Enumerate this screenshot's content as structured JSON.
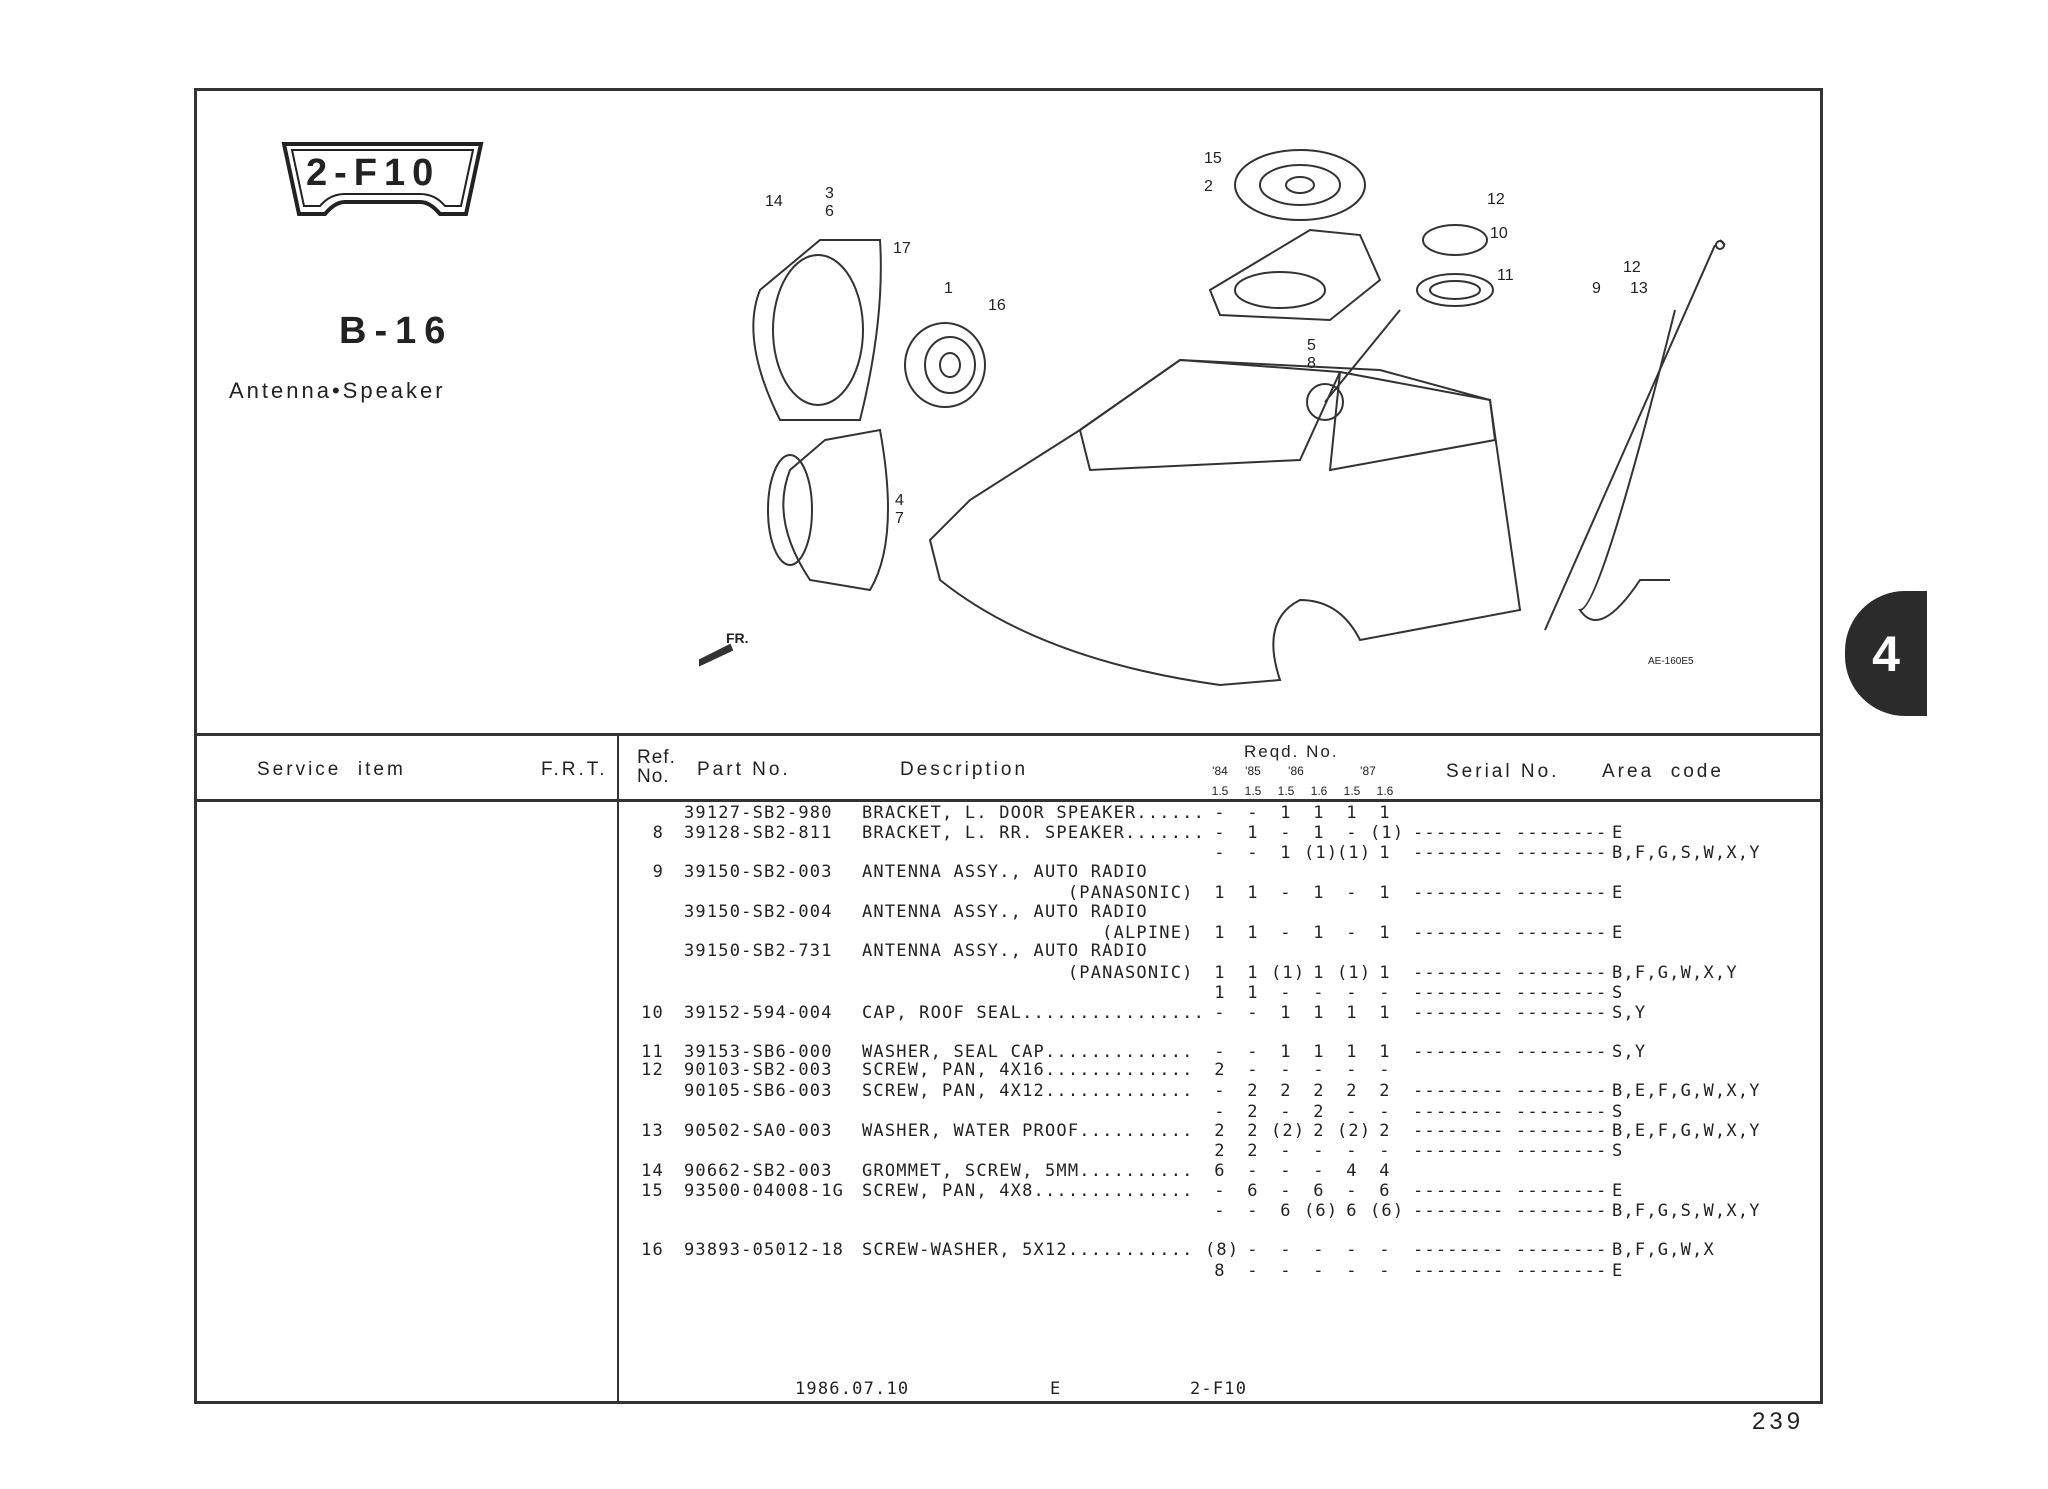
{
  "section_code": "2-F10",
  "group_code": "B-16",
  "group_title": "Antenna•Speaker",
  "chapter_tab": "4",
  "diagram": {
    "callouts": [
      "1",
      "2",
      "3",
      "4",
      "5",
      "6",
      "7",
      "8",
      "9",
      "10",
      "11",
      "12",
      "12",
      "13",
      "14",
      "15",
      "16",
      "17"
    ],
    "direction_label": "FR.",
    "figure_code": "AE-160E5"
  },
  "table_header": {
    "service_item": "Service  item",
    "frt": "F.R.T.",
    "ref_no": "Ref.\nNo.",
    "part_no": "Part No.",
    "description": "Description",
    "reqd_no": "Reqd. No.",
    "years": [
      "'84",
      "'85",
      "'86",
      "",
      "'87",
      ""
    ],
    "engines": [
      "1.5",
      "1.5",
      "1.5",
      "1.6",
      "1.5",
      "1.6"
    ],
    "serial_no": "Serial No.",
    "area_code": "Area  code"
  },
  "rows": [
    {
      "ref": "",
      "part": "39127-SB2-980",
      "desc": "BRACKET, L. DOOR SPEAKER......",
      "qty": [
        "-",
        "-",
        "1",
        "1",
        "1",
        "1"
      ],
      "serial": "",
      "area": ""
    },
    {
      "ref": "8",
      "part": "39128-SB2-811",
      "desc": "BRACKET, L. RR. SPEAKER.......",
      "qty": [
        "-",
        "1",
        "-",
        "1",
        "-",
        "(1)"
      ],
      "serial": "-------- --------",
      "area": "E"
    },
    {
      "ref": "",
      "part": "",
      "desc": "",
      "qty": [
        "-",
        "-",
        "1",
        "(1)",
        "(1)",
        "1"
      ],
      "serial": "-------- --------",
      "area": "B,F,G,S,W,X,Y"
    },
    {
      "ref": "9",
      "part": "39150-SB2-003",
      "desc": "ANTENNA ASSY., AUTO RADIO",
      "qty": [
        "",
        "",
        "",
        "",
        "",
        ""
      ],
      "serial": "",
      "area": ""
    },
    {
      "ref": "",
      "part": "",
      "desc": "                  (PANASONIC)",
      "qty": [
        "1",
        "1",
        "-",
        "1",
        "-",
        "1"
      ],
      "serial": "-------- --------",
      "area": "E"
    },
    {
      "ref": "",
      "part": "39150-SB2-004",
      "desc": "ANTENNA ASSY., AUTO RADIO",
      "qty": [
        "",
        "",
        "",
        "",
        "",
        ""
      ],
      "serial": "",
      "area": ""
    },
    {
      "ref": "",
      "part": "",
      "desc": "                     (ALPINE)",
      "qty": [
        "1",
        "1",
        "-",
        "1",
        "-",
        "1"
      ],
      "serial": "-------- --------",
      "area": "E"
    },
    {
      "ref": "",
      "part": "39150-SB2-731",
      "desc": "ANTENNA ASSY., AUTO RADIO",
      "qty": [
        "",
        "",
        "",
        "",
        "",
        ""
      ],
      "serial": "",
      "area": ""
    },
    {
      "ref": "",
      "part": "",
      "desc": "                  (PANASONIC)",
      "qty": [
        "1",
        "1",
        "(1)",
        "1",
        "(1)",
        "1"
      ],
      "serial": "-------- --------",
      "area": "B,F,G,W,X,Y"
    },
    {
      "ref": "",
      "part": "",
      "desc": "",
      "qty": [
        "1",
        "1",
        "-",
        "-",
        "-",
        "-"
      ],
      "serial": "-------- --------",
      "area": "S"
    },
    {
      "ref": "10",
      "part": "39152-594-004",
      "desc": "CAP, ROOF SEAL................",
      "qty": [
        "-",
        "-",
        "1",
        "1",
        "1",
        "1"
      ],
      "serial": "-------- --------",
      "area": "S,Y"
    },
    {
      "ref": "11",
      "part": "39153-SB6-000",
      "desc": "WASHER, SEAL CAP.............",
      "qty": [
        "-",
        "-",
        "1",
        "1",
        "1",
        "1"
      ],
      "serial": "-------- --------",
      "area": "S,Y"
    },
    {
      "ref": "12",
      "part": "90103-SB2-003",
      "desc": "SCREW, PAN, 4X16.............",
      "qty": [
        "2",
        "-",
        "-",
        "-",
        "-",
        "-"
      ],
      "serial": "",
      "area": ""
    },
    {
      "ref": "",
      "part": "90105-SB6-003",
      "desc": "SCREW, PAN, 4X12.............",
      "qty": [
        "-",
        "2",
        "2",
        "2",
        "2",
        "2"
      ],
      "serial": "-------- --------",
      "area": "B,E,F,G,W,X,Y"
    },
    {
      "ref": "",
      "part": "",
      "desc": "",
      "qty": [
        "-",
        "2",
        "-",
        "2",
        "-",
        "-"
      ],
      "serial": "-------- --------",
      "area": "S"
    },
    {
      "ref": "13",
      "part": "90502-SA0-003",
      "desc": "WASHER, WATER PROOF..........",
      "qty": [
        "2",
        "2",
        "(2)",
        "2",
        "(2)",
        "2"
      ],
      "serial": "-------- --------",
      "area": "B,E,F,G,W,X,Y"
    },
    {
      "ref": "",
      "part": "",
      "desc": "",
      "qty": [
        "2",
        "2",
        "-",
        "-",
        "-",
        "-"
      ],
      "serial": "-------- --------",
      "area": "S"
    },
    {
      "ref": "14",
      "part": "90662-SB2-003",
      "desc": "GROMMET, SCREW, 5MM..........",
      "qty": [
        "6",
        "-",
        "-",
        "-",
        "4",
        "4"
      ],
      "serial": "",
      "area": ""
    },
    {
      "ref": "15",
      "part": "93500-04008-1G",
      "desc": "SCREW, PAN, 4X8..............",
      "qty": [
        "-",
        "6",
        "-",
        "6",
        "-",
        "6"
      ],
      "serial": "-------- --------",
      "area": "E"
    },
    {
      "ref": "",
      "part": "",
      "desc": "",
      "qty": [
        "-",
        "-",
        "6",
        "(6)",
        "6",
        "(6)"
      ],
      "serial": "-------- --------",
      "area": "B,F,G,S,W,X,Y"
    },
    {
      "ref": "16",
      "part": "93893-05012-18",
      "desc": "SCREW-WASHER, 5X12...........",
      "qty": [
        "(8)",
        "-",
        "-",
        "-",
        "-",
        "-"
      ],
      "serial": "-------- --------",
      "area": "B,F,G,W,X"
    },
    {
      "ref": "",
      "part": "",
      "desc": "",
      "qty": [
        "8",
        "-",
        "-",
        "-",
        "-",
        "-"
      ],
      "serial": "-------- --------",
      "area": "E"
    }
  ],
  "footer": {
    "date": "1986.07.10",
    "edition": "E",
    "section": "2-F10"
  },
  "page_number": "239"
}
